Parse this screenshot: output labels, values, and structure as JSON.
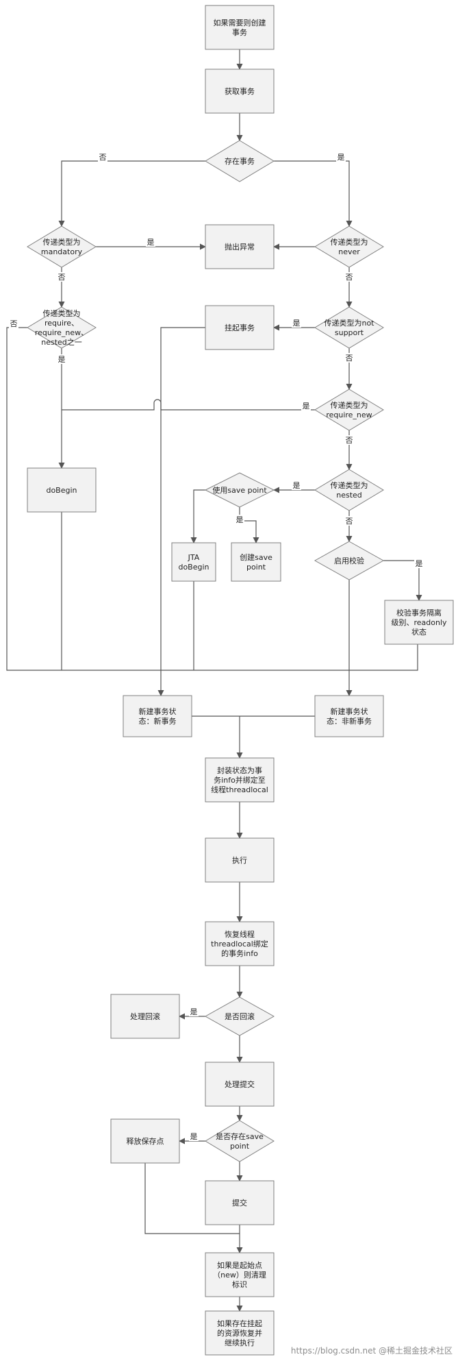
{
  "nodes": {
    "create_tx": [
      "如果需要则创建",
      "事务"
    ],
    "get_tx": [
      "获取事务"
    ],
    "tx_exists": [
      "存在事务"
    ],
    "prop_mandatory": [
      "传递类型为",
      "mandatory"
    ],
    "throw_ex": [
      "抛出异常"
    ],
    "prop_never": [
      "传递类型为",
      "never"
    ],
    "prop_require_any": [
      "传递类型为",
      "require、",
      "require_new、",
      "nested之一"
    ],
    "suspend_tx": [
      "挂起事务"
    ],
    "prop_not_support": [
      "传递类型为not",
      "support"
    ],
    "prop_require_new": [
      "传递类型为",
      "require_new"
    ],
    "do_begin": [
      "doBegin"
    ],
    "use_savepoint": [
      "使用save  point"
    ],
    "prop_nested": [
      "传递类型为",
      "nested"
    ],
    "create_savepoint": [
      "创建save",
      "point"
    ],
    "jta_do_begin": [
      "JTA",
      "doBegin"
    ],
    "enable_validation": [
      "启用校验"
    ],
    "validate_isolation": [
      "校验事务隔离",
      "级别、readonly",
      "状态"
    ],
    "new_status_new": [
      "新建事务状",
      "态：新事务"
    ],
    "new_status_not_new": [
      "新建事务状",
      "态：非新事务"
    ],
    "wrap_status": [
      "封装状态为事",
      "务info并绑定至",
      "线程threadlocal"
    ],
    "execute": [
      "执行"
    ],
    "restore_thread": [
      "恢复线程",
      "threadlocal绑定",
      "的事务info"
    ],
    "handle_rollback": [
      "处理回滚"
    ],
    "is_rollback": [
      "是否回滚"
    ],
    "handle_commit": [
      "处理提交"
    ],
    "release_savepoint": [
      "释放保存点"
    ],
    "has_savepoint": [
      "是否存在save",
      "point"
    ],
    "commit": [
      "提交"
    ],
    "cleanup_new": [
      "如果是起始点",
      "（new）则清理",
      "标识"
    ],
    "resume_suspended": [
      "如果存在挂起",
      "的资源恢复并",
      "继续执行"
    ]
  },
  "labels": {
    "yes": "是",
    "no": "否"
  },
  "watermark": "https://blog.csdn.net @稀土掘金技术社区",
  "colors": {
    "box_fill": "#f2f2f2",
    "box_stroke": "#7f7f7f",
    "line": "#555555",
    "text": "#222222"
  }
}
